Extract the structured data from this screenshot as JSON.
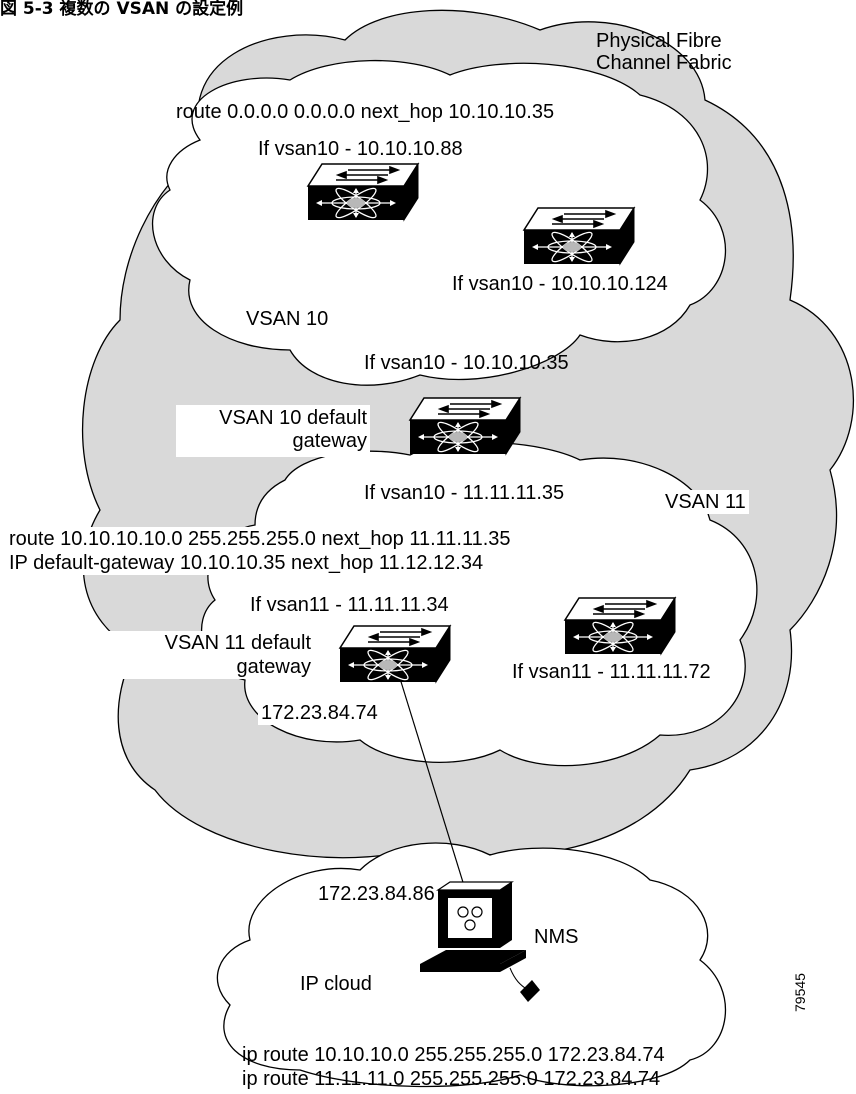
{
  "figure_caption": "図 5-3    複数の VSAN の設定例",
  "figure_id": "79545",
  "fabric_label": "Physical Fibre\nChannel Fabric",
  "vsan10": {
    "route": "route 0.0.0.0  0.0.0.0 next_hop 10.10.10.35",
    "switch1_if": "If vsan10 - 10.10.10.88",
    "switch2_if": "If vsan10 - 10.10.10.124",
    "name": "VSAN 10"
  },
  "gateway10": {
    "if_top": "If vsan10 - 10.10.10.35",
    "label": "VSAN 10 default\ngateway",
    "if_bottom": "If vsan10 - 11.11.11.35"
  },
  "vsan11": {
    "name": "VSAN 11",
    "route": "route 10.10.10.10.0  255.255.255.0 next_hop 11.11.11.35",
    "default_gw": "IP default-gateway 10.10.10.35 next_hop 11.12.12.34",
    "gw_if": "If vsan11 - 11.11.11.34",
    "gw_label": "VSAN 11 default\ngateway",
    "switch_if": "If vsan11 - 11.11.11.72",
    "mgmt_ip": "172.23.84.74"
  },
  "ip_cloud": {
    "nms_ip": "172.23.84.86",
    "nms_label": "NMS",
    "name": "IP cloud",
    "route1": "ip route 10.10.10.0  255.255.255.0 172.23.84.74",
    "route2": "ip route 11.11.11.0  255.255.255.0 172.23.84.74"
  }
}
